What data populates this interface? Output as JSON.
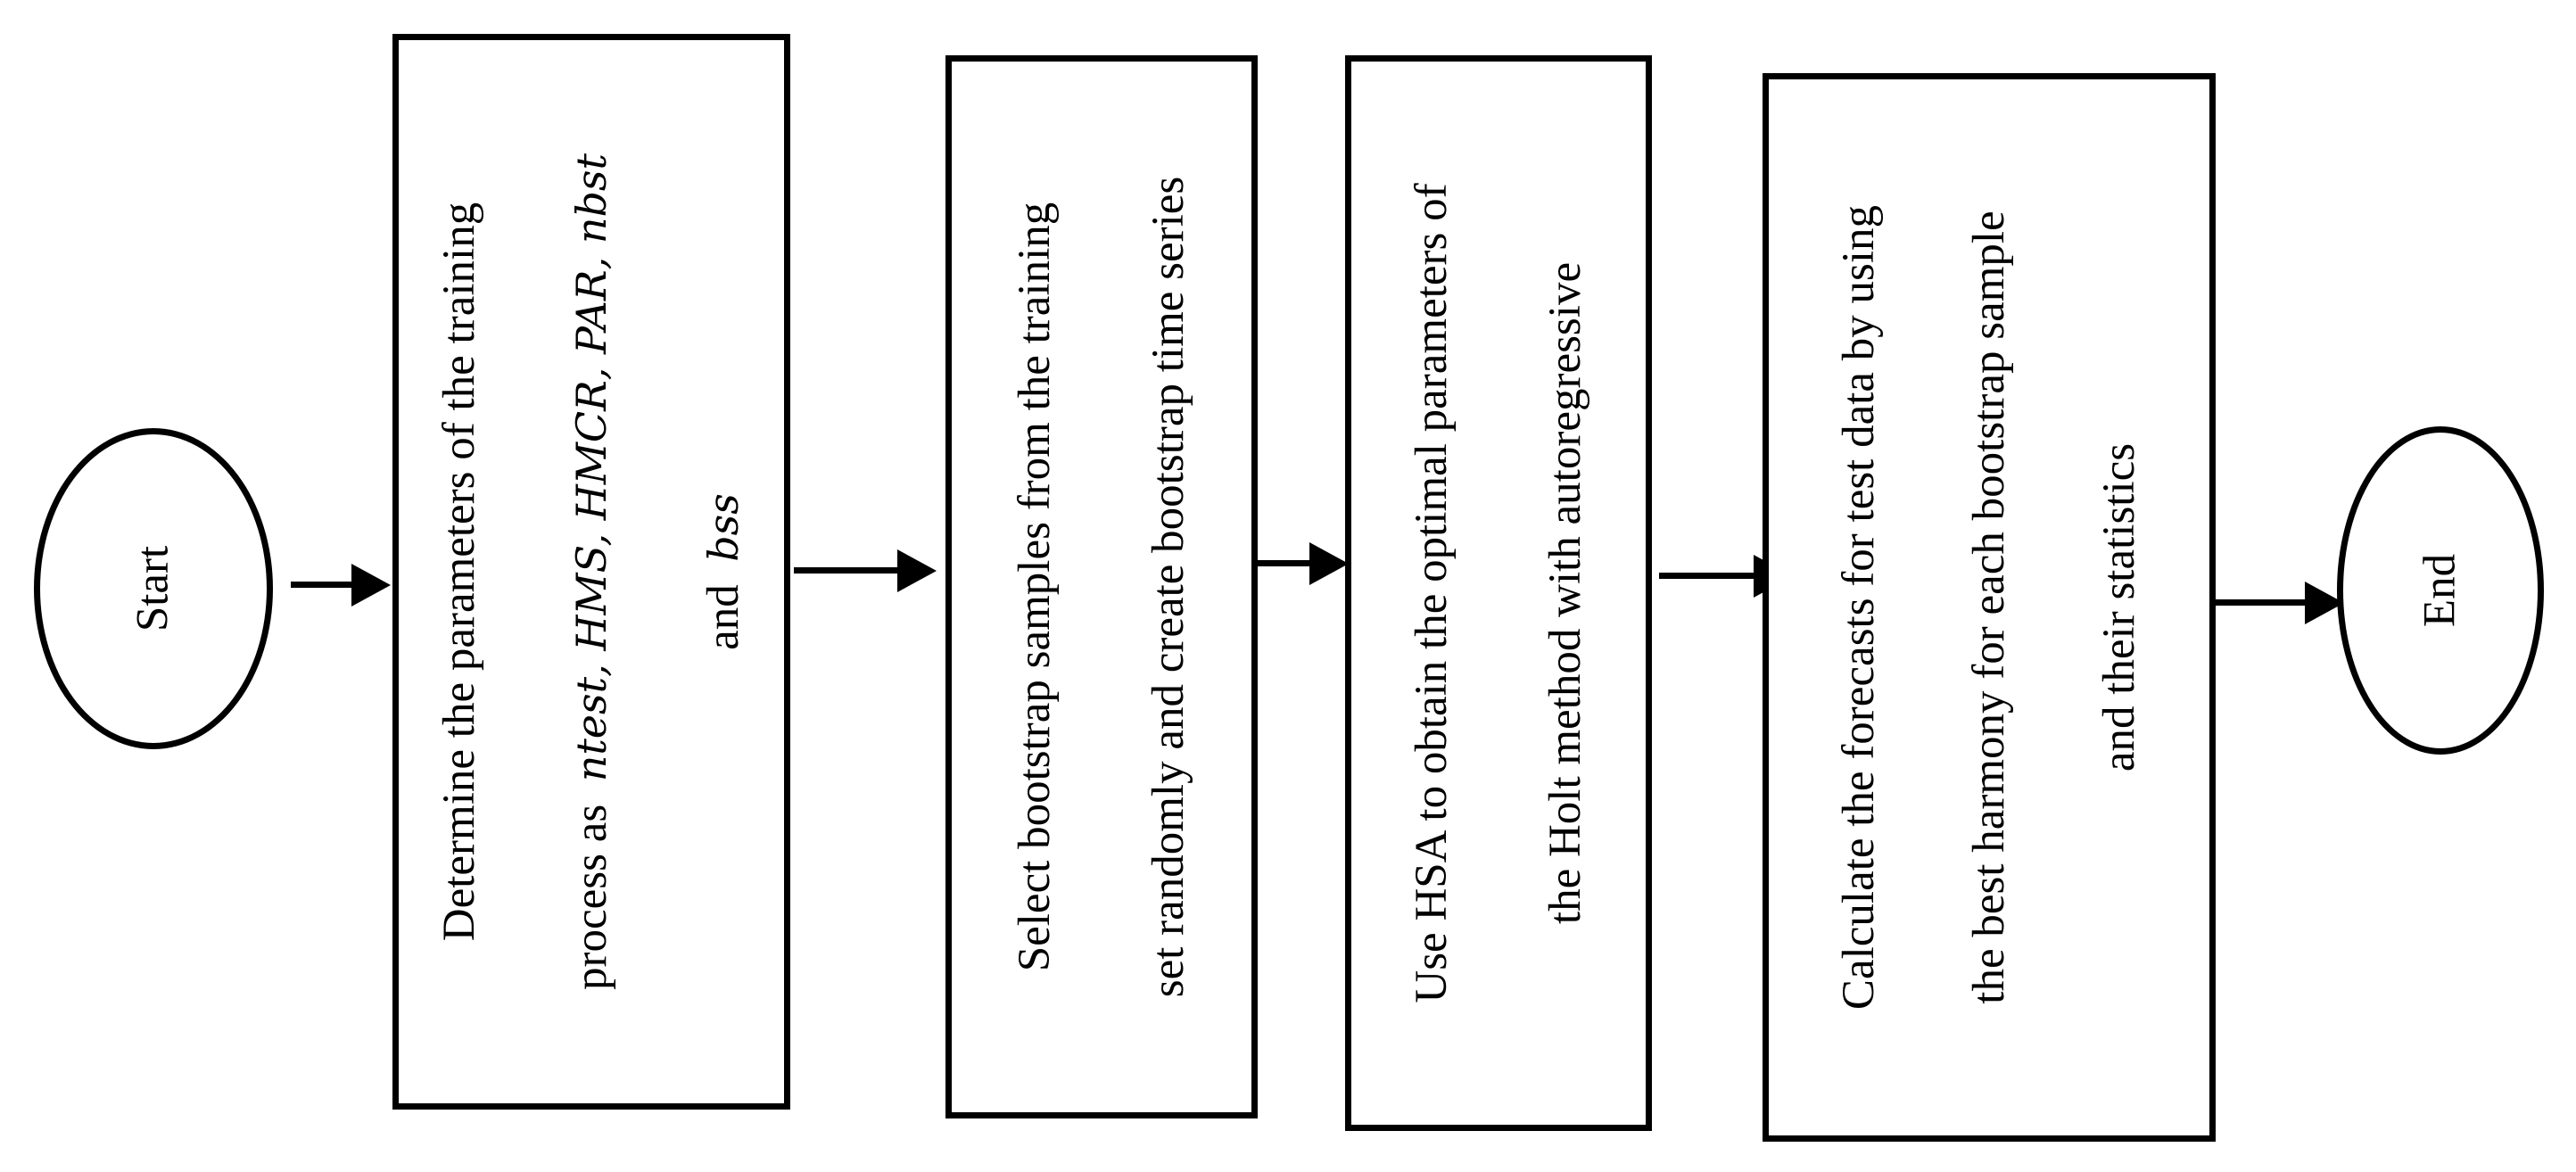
{
  "start": {
    "label": "Start"
  },
  "end": {
    "label": "End"
  },
  "step1": {
    "line1": "Determine the parameters of the training",
    "line2_prefix": "process as",
    "line2_math": "ntest, HMS, HMCR, PAR, nbst",
    "line3_prefix": "and",
    "line3_math": "bss"
  },
  "step2": {
    "line1": "Select bootstrap samples from the training",
    "line2": "set randomly and create bootstrap time series"
  },
  "step3": {
    "line1": "Use HSA to obtain the optimal parameters of",
    "line2": "the Holt method with autoregressive"
  },
  "step4": {
    "line1": "Calculate the forecasts for test data by using",
    "line2": "the best harmony for each bootstrap sample",
    "line3": "and their statistics"
  }
}
